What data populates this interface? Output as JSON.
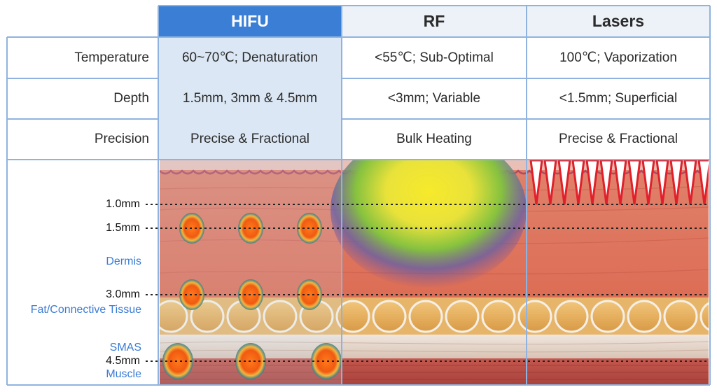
{
  "columns": [
    {
      "label": "HIFU"
    },
    {
      "label": "RF"
    },
    {
      "label": "Lasers"
    }
  ],
  "rows": [
    {
      "label": "Temperature",
      "values": [
        "60~70℃; Denaturation",
        "<55℃; Sub-Optimal",
        "100℃; Vaporization"
      ]
    },
    {
      "label": "Depth",
      "values": [
        "1.5mm, 3mm & 4.5mm",
        "<3mm; Variable",
        "<1.5mm; Superficial"
      ]
    },
    {
      "label": "Precision",
      "values": [
        "Precise & Fractional",
        "Bulk Heating",
        "Precise & Fractional"
      ]
    }
  ],
  "depth_markers": [
    "1.0mm",
    "1.5mm",
    "3.0mm",
    "4.5mm"
  ],
  "tissue_layers": [
    "Dermis",
    "Fat/Connective Tissue",
    "SMAS",
    "Muscle"
  ],
  "colors": {
    "hifu_header": "#3a7fd5",
    "hifu_column": "#dbe7f4",
    "header_bg": "#edf2f8",
    "grid_line": "#8fb3de",
    "layer_text": "#3a7bd5"
  }
}
